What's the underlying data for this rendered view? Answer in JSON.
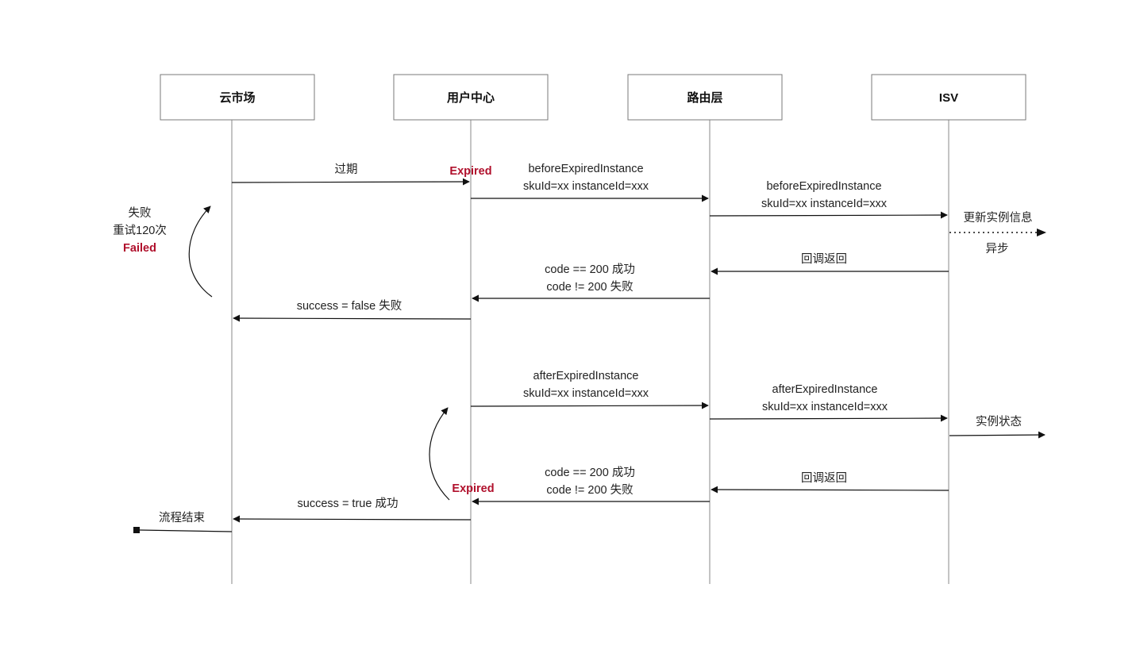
{
  "actors": [
    {
      "id": "cloud_market",
      "label": "云市场"
    },
    {
      "id": "user_center",
      "label": "用户中心"
    },
    {
      "id": "routing_layer",
      "label": "路由层"
    },
    {
      "id": "isv",
      "label": "ISV"
    }
  ],
  "messages": {
    "expire": "过期",
    "before_call_1a": "beforeExpiredInstance",
    "before_call_1b": "skuId=xx instanceId=xxx",
    "before_call_2a": "beforeExpiredInstance",
    "before_call_2b": "skuId=xx instanceId=xxx",
    "update_instance": "更新实例信息",
    "async": "异步",
    "callback_return_1": "回调返回",
    "code_success_1": "code == 200 成功",
    "code_fail_1": "code != 200 失败",
    "success_false": "success = false 失败",
    "after_call_1a": "afterExpiredInstance",
    "after_call_1b": "skuId=xx instanceId=xxx",
    "after_call_2a": "afterExpiredInstance",
    "after_call_2b": "skuId=xx instanceId=xxx",
    "instance_state": "实例状态",
    "callback_return_2": "回调返回",
    "code_success_2": "code == 200 成功",
    "code_fail_2": "code != 200 失败",
    "success_true": "success = true 成功",
    "flow_end": "流程结束"
  },
  "notes": {
    "expired_1": "Expired",
    "expired_2": "Expired",
    "retry_fail": "失败",
    "retry_count": "重试120次",
    "failed": "Failed"
  },
  "colors": {
    "accent": "#b0102c",
    "line": "#111111",
    "lifeline": "#8a8a8a",
    "box_border": "#7a7a7a"
  }
}
